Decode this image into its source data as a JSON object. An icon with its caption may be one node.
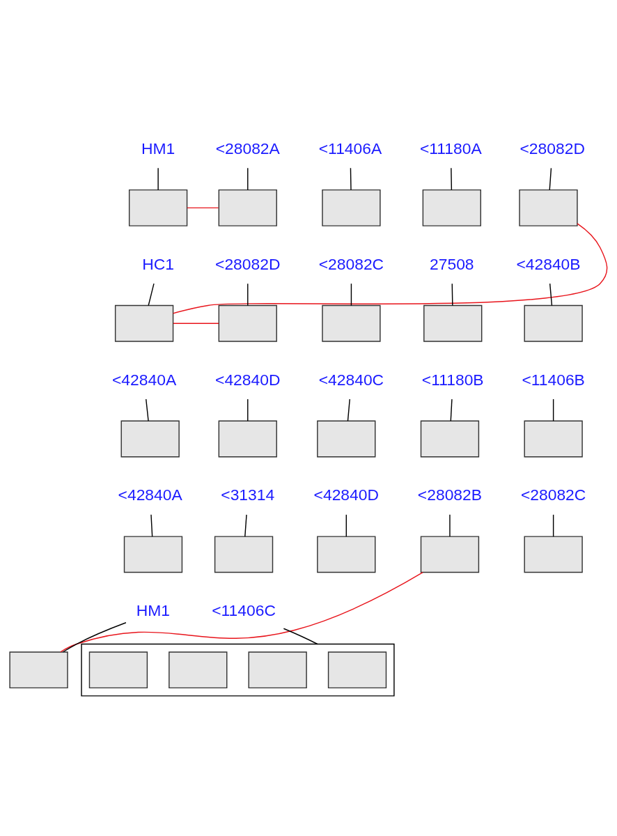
{
  "diagram": {
    "nodes": [
      {
        "text": [
          "HM1"
        ]
      },
      {
        "text": [],
        "shape": "box"
      },
      {
        "text": [
          "<28082A"
        ]
      },
      {
        "text": [],
        "shape": "box"
      },
      {
        "text": [
          "<11406A"
        ]
      },
      {
        "text": [],
        "shape": "box"
      },
      {
        "text": [
          "<11180A"
        ]
      },
      {
        "text": [],
        "shape": "box"
      },
      {
        "text": [
          "<28082D"
        ]
      },
      {
        "text": [],
        "shape": "box"
      },
      {
        "text": [
          "HC1"
        ]
      },
      {
        "text": [],
        "shape": "box"
      },
      {
        "text": [
          "<28082D"
        ]
      },
      {
        "text": [],
        "shape": "box"
      },
      {
        "text": [
          "<28082C"
        ]
      },
      {
        "text": [],
        "shape": "box"
      },
      {
        "text": [
          "27508"
        ]
      },
      {
        "text": [],
        "shape": "box"
      },
      {
        "text": [
          "<42840B"
        ]
      },
      {
        "text": [],
        "shape": "box"
      },
      {
        "text": [
          "<42840A"
        ]
      },
      {
        "text": [],
        "shape": "box"
      },
      {
        "text": [
          "<42840D"
        ]
      },
      {
        "text": [],
        "shape": "box"
      },
      {
        "text": [
          "<42840C"
        ]
      },
      {
        "text": [],
        "shape": "box"
      },
      {
        "text": [
          "<11180B"
        ]
      },
      {
        "text": [],
        "shape": "box"
      },
      {
        "text": [
          "<11406B"
        ]
      },
      {
        "text": [],
        "shape": "box"
      },
      {
        "text": [
          "<42840A"
        ]
      },
      {
        "text": [],
        "shape": "box"
      },
      {
        "text": [
          "<31314"
        ]
      },
      {
        "text": [],
        "shape": "box"
      },
      {
        "text": [
          "<42840D"
        ]
      },
      {
        "text": [],
        "shape": "box"
      },
      {
        "text": [
          "<28082B"
        ]
      },
      {
        "text": [],
        "shape": "box"
      },
      {
        "text": [
          "<28082C"
        ]
      },
      {
        "text": [],
        "shape": "box"
      },
      {
        "text": [
          "HM1"
        ]
      },
      {
        "text": [],
        "shape": "box"
      },
      {
        "text": [],
        "shape": "box"
      },
      {
        "text": [],
        "shape": "box",
        "in": 42
      },
      {
        "text": [],
        "shape": "box",
        "in": 42
      },
      {
        "text": [],
        "shape": "box",
        "in": 42
      },
      {
        "text": [],
        "shape": "box",
        "in": 42
      },
      {
        "text": [
          "<11406C"
        ]
      }
    ],
    "edges": [
      {
        "from": 0,
        "to": 1,
        "arrow": "none"
      },
      {
        "from": 2,
        "to": 3,
        "arrow": "none"
      },
      {
        "from": 4,
        "to": 5,
        "arrow": "none"
      },
      {
        "from": 6,
        "to": 7,
        "arrow": "none"
      },
      {
        "from": 8,
        "to": 9,
        "arrow": "none"
      },
      {
        "from": 10,
        "to": 11,
        "arrow": "none"
      },
      {
        "from": 12,
        "to": 13,
        "arrow": "none"
      },
      {
        "from": 14,
        "to": 15,
        "arrow": "none"
      },
      {
        "from": 16,
        "to": 17,
        "arrow": "none"
      },
      {
        "from": 18,
        "to": 19,
        "arrow": "none"
      },
      {
        "from": 20,
        "to": 21,
        "arrow": "none"
      },
      {
        "from": 22,
        "to": 23,
        "arrow": "none"
      },
      {
        "from": 24,
        "to": 25,
        "arrow": "none"
      },
      {
        "from": 26,
        "to": 27,
        "arrow": "none"
      },
      {
        "from": 28,
        "to": 29,
        "arrow": "none"
      },
      {
        "from": 30,
        "to": 31,
        "arrow": "none"
      },
      {
        "from": 32,
        "to": 33,
        "arrow": "none"
      },
      {
        "from": 34,
        "to": 35,
        "arrow": "none"
      },
      {
        "from": 36,
        "to": 37,
        "arrow": "none"
      },
      {
        "from": 38,
        "to": 39,
        "arrow": "none"
      },
      {
        "from": 40,
        "to": 41,
        "arrow": "none"
      },
      {
        "from": 47,
        "to": 42,
        "arrow": "none"
      },
      {
        "from": 1,
        "to": 3,
        "arrow": "none",
        "color": "#e8141b"
      },
      {
        "from": 11,
        "to": 9,
        "arrow": "none",
        "color": "#e8141b"
      },
      {
        "from": 11,
        "to": 13,
        "arrow": "none",
        "color": "#e8141b"
      },
      {
        "from": 37,
        "to": 41,
        "arrow": "none",
        "color": "#e8141b"
      }
    ]
  }
}
